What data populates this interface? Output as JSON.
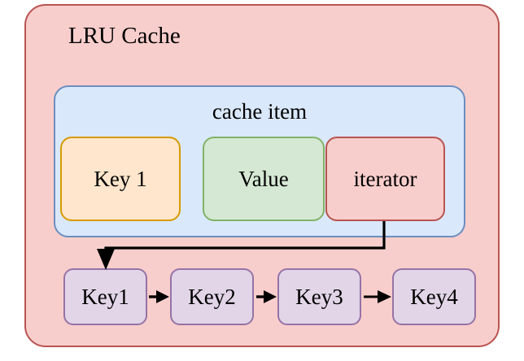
{
  "diagram": {
    "title": "LRU Cache",
    "type": "block-diagram",
    "outer_container": {
      "label": "LRU Cache",
      "fill_color": "#f8cecc",
      "border_color": "#b85450"
    },
    "cache_item": {
      "label": "cache item",
      "fill_color": "#dae8fc",
      "border_color": "#6c8ebf",
      "fields": [
        {
          "label": "Key 1",
          "name": "key-field",
          "fill_color": "#ffe6cc",
          "border_color": "#d79b00"
        },
        {
          "label": "Value",
          "name": "value-field",
          "fill_color": "#d5e8d4",
          "border_color": "#82b366"
        },
        {
          "label": "iterator",
          "name": "iterator-field",
          "fill_color": "#f8cecc",
          "border_color": "#b85450"
        }
      ]
    },
    "key_list": {
      "name": "lru-key-list",
      "fill_color": "#e1d5e7",
      "border_color": "#9673a6",
      "nodes": [
        {
          "label": "Key1"
        },
        {
          "label": "Key2"
        },
        {
          "label": "Key3"
        },
        {
          "label": "Key4"
        }
      ]
    },
    "connectors": [
      {
        "name": "iterator-to-key1",
        "from": "iterator-field",
        "to": "key-node-key1",
        "style": "orthogonal-elbow",
        "color": "#000000"
      },
      {
        "name": "key1-to-key2",
        "from": "Key1",
        "to": "Key2",
        "color": "#000000"
      },
      {
        "name": "key2-to-key3",
        "from": "Key2",
        "to": "Key3",
        "color": "#000000"
      },
      {
        "name": "key3-to-key4",
        "from": "Key3",
        "to": "Key4",
        "color": "#000000"
      }
    ]
  }
}
